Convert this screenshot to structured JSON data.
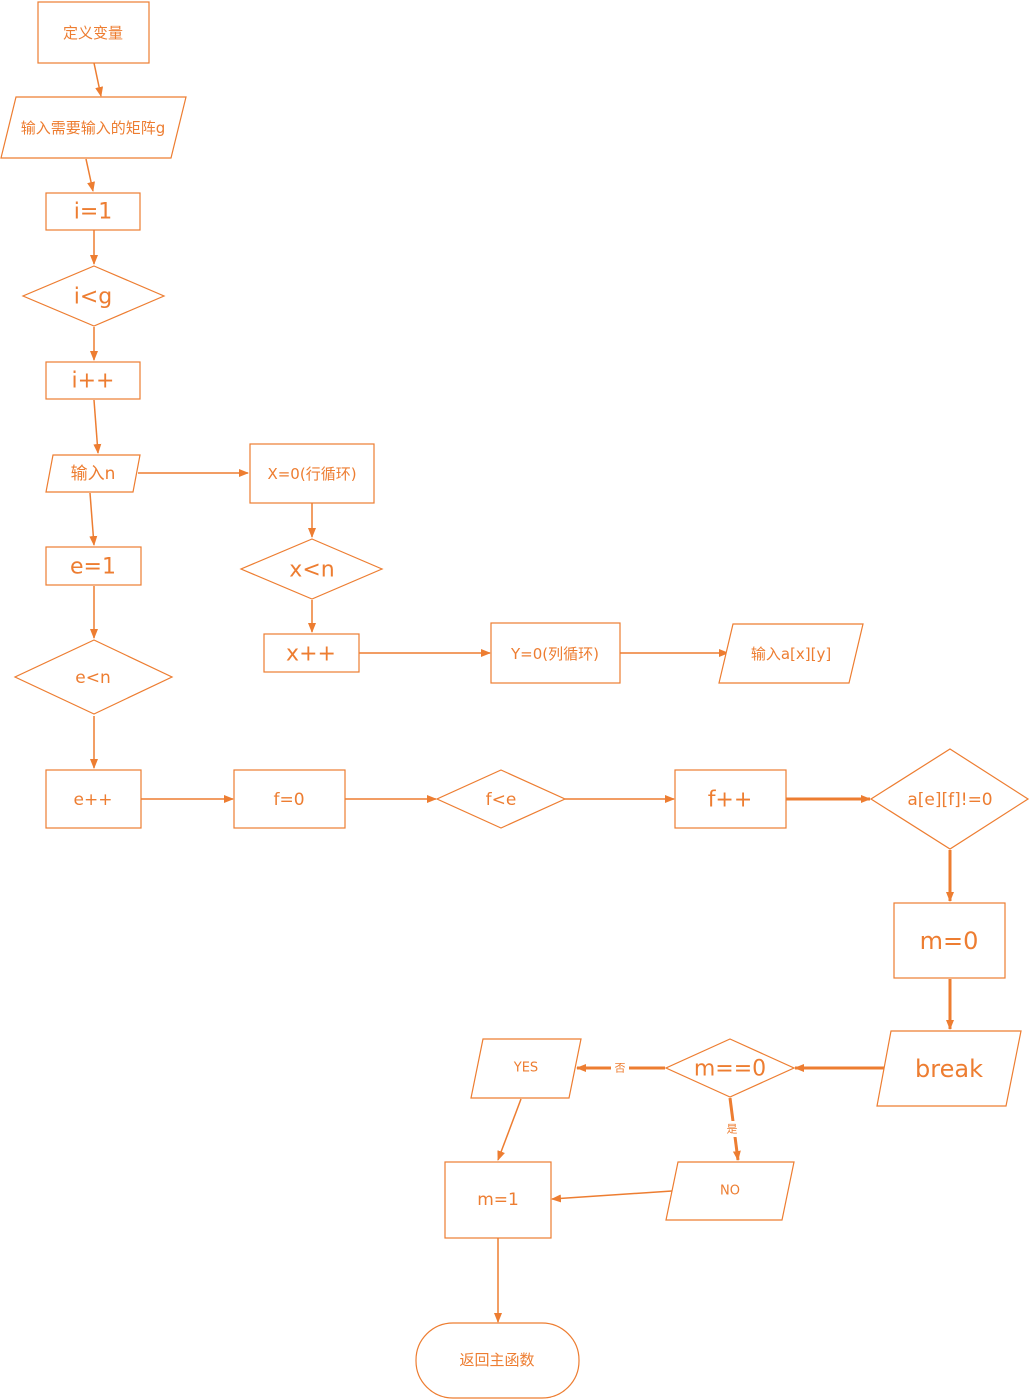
{
  "diagram": {
    "nodes": {
      "define_vars": "定义变量",
      "input_matrix": "输入需要输入的矩阵g",
      "i_init": "i=1",
      "i_cond": "i<g",
      "i_inc": "i++",
      "input_n": "输入n",
      "x_init": "X=0(行循环)",
      "x_cond": "x<n",
      "x_inc": "x++",
      "y_init": "Y=0(列循环)",
      "input_axy": "输入a[x][y]",
      "e_init": "e=1",
      "e_cond": "e<n",
      "e_inc": "e++",
      "f_init": "f=0",
      "f_cond": "f<e",
      "f_inc": "f++",
      "a_cond": "a[e][f]!=0",
      "m_zero": "m=0",
      "break": "break",
      "m_check": "m==0",
      "yes": "YES",
      "no": "NO",
      "m_one": "m=1",
      "return_main": "返回主函数"
    },
    "edge_labels": {
      "no_branch": "否",
      "yes_branch": "是"
    }
  }
}
